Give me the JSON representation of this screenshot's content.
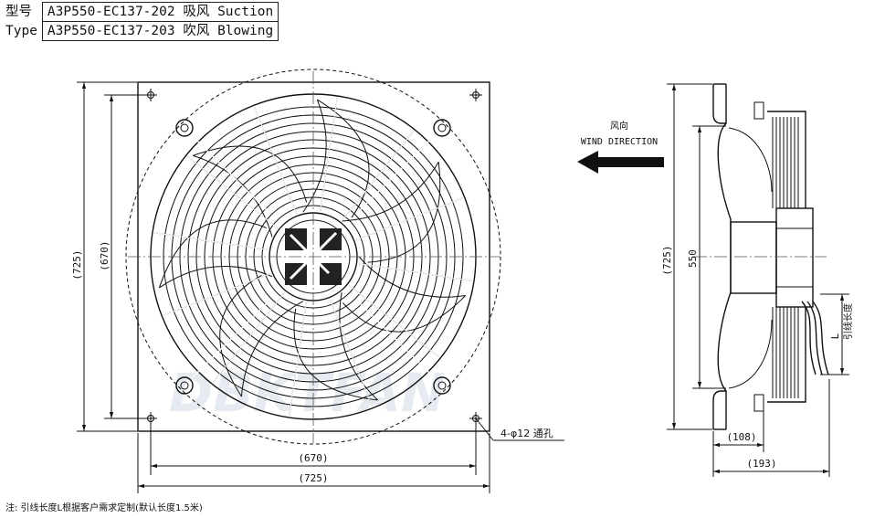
{
  "spec_table": {
    "rows": [
      {
        "label": "型号",
        "model": "A3P550-EC137-202",
        "mode_cn": "吸风",
        "mode_en": "Suction"
      },
      {
        "label": "Type",
        "model": "A3P550-EC137-203",
        "mode_cn": "吹风",
        "mode_en": "Blowing"
      }
    ]
  },
  "front_view": {
    "width_outer": "(725)",
    "width_holes": "(670)",
    "height_outer": "(725)",
    "height_holes": "(670)",
    "hole_callout": "4-φ12 通孔"
  },
  "side_view": {
    "wind_label_cn": "风向",
    "wind_label_en": "WIND DIRECTION",
    "height_outer": "(725)",
    "guard_diameter": "550",
    "depth_short": "(108)",
    "depth_total": "(193)",
    "lead_symbol": "L",
    "lead_label": "引线长度"
  },
  "watermark": "DBKTFAN",
  "note": "注: 引线长度L根据客户需求定制(默认长度1.5米)"
}
